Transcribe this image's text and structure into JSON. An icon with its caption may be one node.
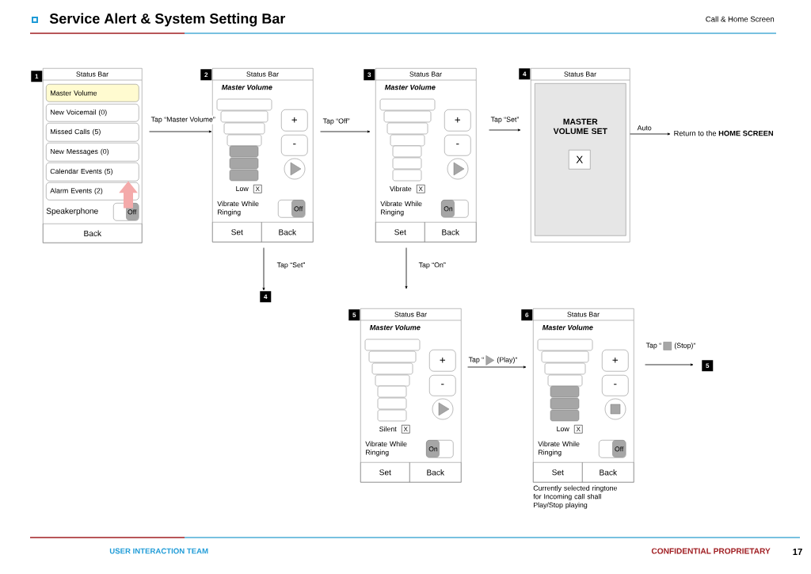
{
  "diagram": {
    "title": "Service Alert & System Setting Bar",
    "nodes": [
      {
        "text": [
          "Status Bar"
        ]
      },
      {
        "text": [
          "Master Volume"
        ],
        "in": 0
      },
      {
        "text": [
          "New Voicemail (0)"
        ],
        "in": 0
      },
      {
        "text": [
          "Missed Calls (5)"
        ],
        "in": 0
      },
      {
        "text": [
          "New Messages (0)"
        ],
        "in": 0
      },
      {
        "text": [
          "Calendar Events (5)"
        ],
        "in": 0
      },
      {
        "text": [
          "Alarm Events (2)"
        ],
        "in": 0
      },
      {
        "text": [
          "Off"
        ],
        "in": 0
      },
      {
        "text": [
          "Back"
        ],
        "in": 0
      },
      {
        "text": [
          "Status Bar",
          "Master Volume"
        ]
      },
      {
        "text": [
          "+"
        ],
        "in": 9
      },
      {
        "text": [
          "-"
        ],
        "in": 9
      },
      {
        "text": [
          "X"
        ],
        "beside": [
          "Low"
        ],
        "in": 9
      },
      {
        "text": [
          "Off"
        ],
        "in": 9
      },
      {
        "text": [
          "Set"
        ],
        "in": 9
      },
      {
        "text": [
          "Back"
        ],
        "in": 9
      },
      {
        "text": [
          "Status Bar",
          "Master Volume"
        ]
      },
      {
        "text": [
          "+"
        ],
        "in": 16
      },
      {
        "text": [
          "-"
        ],
        "in": 16
      },
      {
        "text": [
          "X"
        ],
        "beside": [
          "Vibrate"
        ],
        "in": 16
      },
      {
        "text": [
          "On"
        ],
        "in": 16
      },
      {
        "text": [
          "Set"
        ],
        "in": 16
      },
      {
        "text": [
          "Back"
        ],
        "in": 16
      },
      {
        "text": [
          "Status Bar"
        ]
      },
      {
        "text": [
          "MASTER VOLUME SET"
        ],
        "in": 23
      },
      {
        "text": [
          "X"
        ],
        "in": 24
      },
      {
        "text": [
          "Return to the **HOME SCREEN**"
        ]
      },
      {
        "text": [
          "4"
        ]
      },
      {
        "text": [
          "Status Bar",
          "Master Volume"
        ]
      },
      {
        "text": [
          "+"
        ],
        "in": 28
      },
      {
        "text": [
          "-"
        ],
        "in": 28
      },
      {
        "text": [
          "X"
        ],
        "beside": [
          "Silent"
        ],
        "in": 28
      },
      {
        "text": [
          "On"
        ],
        "in": 28
      },
      {
        "text": [
          "Set"
        ],
        "in": 28
      },
      {
        "text": [
          "Back"
        ],
        "in": 28
      },
      {
        "text": [
          "Status Bar",
          "Master Volume"
        ],
        "beside": [
          "Currently selected ringtone for Incoming call shall Play/Stop playing"
        ]
      },
      {
        "text": [
          "+"
        ],
        "in": 35
      },
      {
        "text": [
          "-"
        ],
        "in": 35
      },
      {
        "text": [
          "X"
        ],
        "beside": [
          "Low"
        ],
        "in": 35
      },
      {
        "text": [
          "Off"
        ],
        "in": 35
      },
      {
        "text": [
          "Set"
        ],
        "in": 35
      },
      {
        "text": [
          "Back"
        ],
        "in": 35
      },
      {
        "text": [
          "5"
        ]
      },
      {
        "text": [
          "1"
        ]
      },
      {
        "text": [
          "2"
        ]
      },
      {
        "text": [
          "3"
        ]
      },
      {
        "text": [
          "4"
        ]
      },
      {
        "text": [
          "5"
        ]
      },
      {
        "text": [
          "6"
        ]
      }
    ],
    "edges": [
      {
        "from": 0,
        "to": 9,
        "arrow": "to",
        "label": "Tap “Master Volume”"
      },
      {
        "from": 9,
        "to": 16,
        "arrow": "to",
        "label": "Tap “Off”"
      },
      {
        "from": 16,
        "to": 23,
        "arrow": "to",
        "label": "Tap “Set”"
      },
      {
        "from": 23,
        "to": 26,
        "arrow": "to",
        "label": "Auto"
      },
      {
        "from": 9,
        "to": 27,
        "arrow": "to",
        "label": "Tap “Set”"
      },
      {
        "from": 16,
        "to": 28,
        "arrow": "to",
        "label": "Tap “On”"
      },
      {
        "from": 28,
        "to": 35,
        "arrow": "to",
        "label": "Tap “"
      },
      {
        "from": 35,
        "to": 42,
        "arrow": "to",
        "label": "Tap “"
      },
      {
        "from": 6,
        "to": 5,
        "arrow": "to",
        "style": "thick",
        "color": "#f4aaaa"
      }
    ],
    "labels": [
      "Call & Home Screen",
      "Speakerphone",
      "Vibrate While Ringing",
      "Vibrate While Ringing",
      "(Stop)”",
      "(Play)”",
      "Vibrate While Ringing",
      "Vibrate While Ringing",
      "USER INTERACTION TEAM",
      "CONFIDENTIAL PROPRIETARY",
      "17"
    ]
  }
}
